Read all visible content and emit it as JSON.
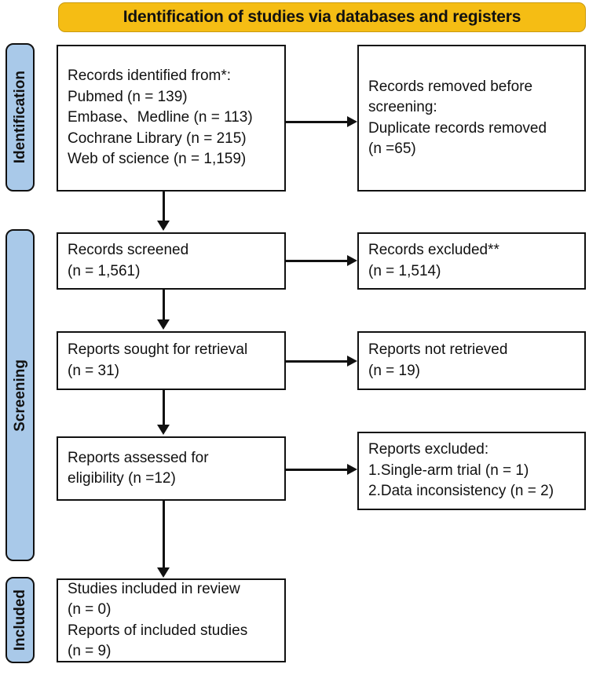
{
  "diagram": {
    "title": "Identification of studies via databases and registers",
    "type": "prisma-flow-diagram",
    "colors": {
      "banner_fill": "#F5BD14",
      "banner_border": "#C99A10",
      "stage_fill": "#A9C9E9",
      "stroke": "#111111",
      "box_fill": "#FFFFFF"
    }
  },
  "stages": [
    {
      "id": "identification",
      "label": "Identification"
    },
    {
      "id": "screening",
      "label": "Screening"
    },
    {
      "id": "included",
      "label": "Included"
    }
  ],
  "boxes": {
    "identified": {
      "lines": [
        "Records identified from*:",
        "Pubmed (n = 139)",
        "Embase、Medline (n = 113)",
        "Cochrane Library (n = 215)",
        "Web of science (n = 1,159)"
      ]
    },
    "removed": {
      "lines": [
        "Records removed before",
        "screening:",
        "Duplicate records removed",
        "(n =65)"
      ]
    },
    "screened": {
      "lines": [
        "Records screened",
        "(n = 1,561)"
      ]
    },
    "excluded": {
      "lines": [
        "Records excluded**",
        "(n = 1,514)"
      ]
    },
    "sought": {
      "lines": [
        "Reports sought for retrieval",
        "(n = 31)"
      ]
    },
    "not_retrieved": {
      "lines": [
        "Reports not retrieved",
        "(n = 19)"
      ]
    },
    "assessed": {
      "lines": [
        "Reports assessed for",
        "eligibility (n =12)"
      ]
    },
    "reports_excluded": {
      "lines": [
        "Reports excluded:",
        "1.Single-arm trial (n = 1)",
        "2.Data inconsistency (n = 2)"
      ]
    },
    "included": {
      "lines": [
        "Studies included in review",
        "(n = 0)",
        "Reports of included studies",
        "(n = 9)"
      ]
    }
  }
}
